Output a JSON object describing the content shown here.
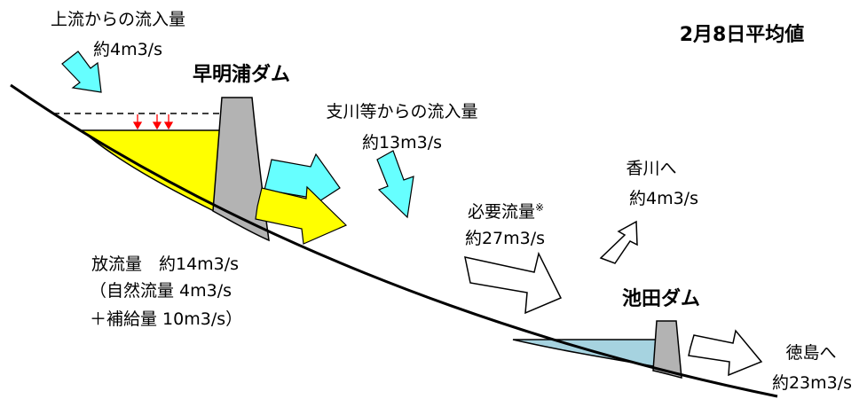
{
  "title": "2月8日平均値",
  "upstream_inflow": {
    "label": "上流からの流入量",
    "value": "約4m3/s"
  },
  "dam1": {
    "name": "早明浦ダム"
  },
  "tributary_inflow": {
    "label": "支川等からの流入量",
    "value": "約13m3/s"
  },
  "release": {
    "line1": "放流量　約14m3/s",
    "line2": "（自然流量 4m3/s",
    "line3": "＋補給量 10m3/s）"
  },
  "required_flow": {
    "label": "必要流量",
    "mark": "※",
    "value": "約27m3/s"
  },
  "kagawa": {
    "label": "香川へ",
    "value": "約4m3/s"
  },
  "dam2": {
    "name": "池田ダム"
  },
  "tokushima": {
    "label": "徳島へ",
    "value": "約23m3/s"
  },
  "colors": {
    "reservoir_upper": "#ffff00",
    "reservoir_lower": "#a6d3e0",
    "dam": "#b3b3b3",
    "inflow_arrow": "#66ffff",
    "drawdown_arrow": "#ff0000"
  }
}
